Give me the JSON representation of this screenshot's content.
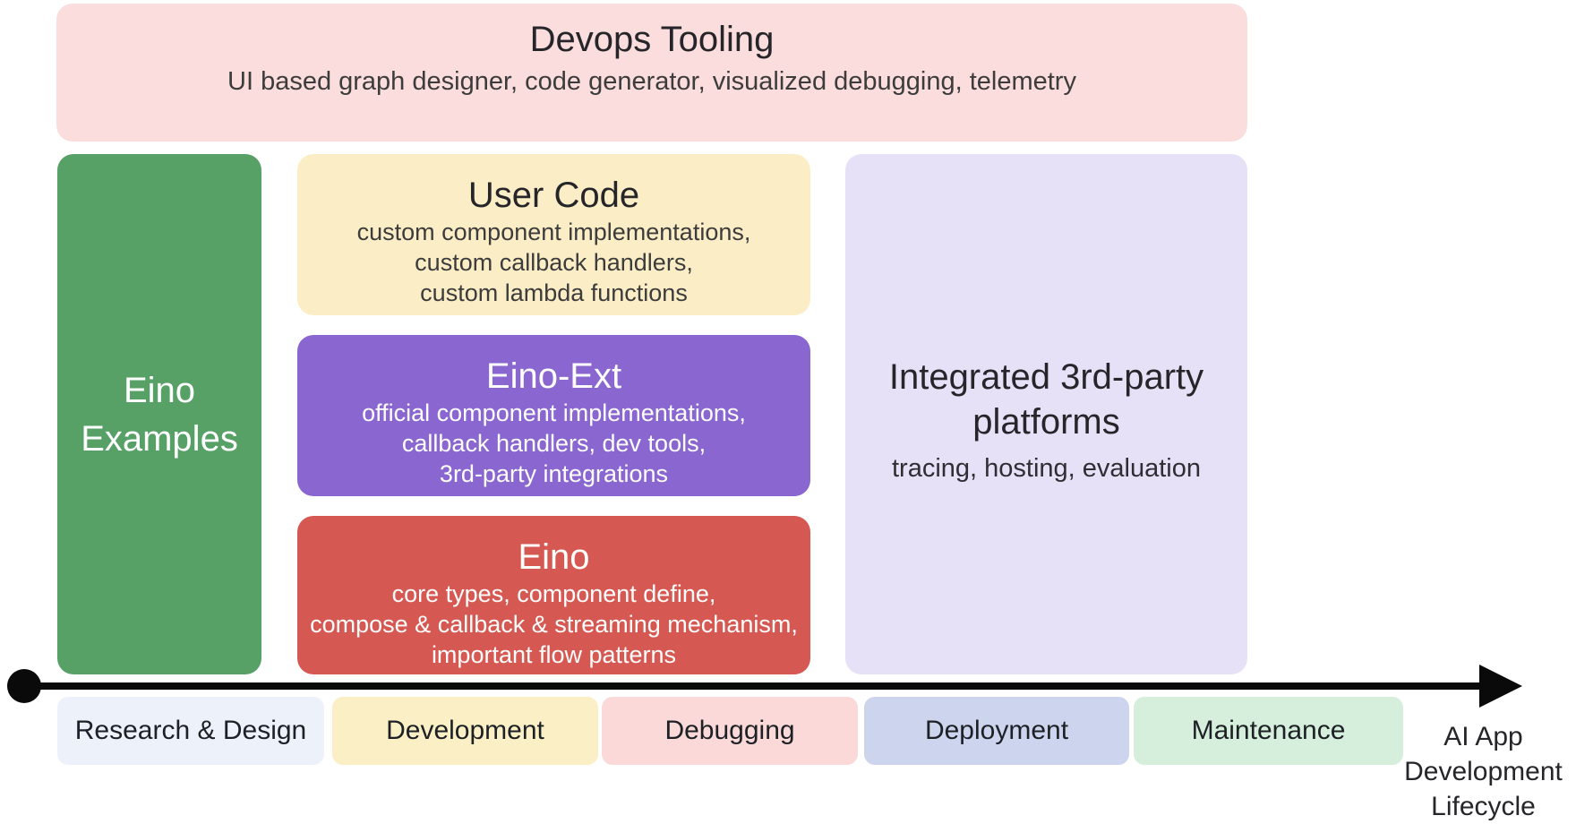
{
  "devops": {
    "title": "Devops Tooling",
    "subtitle": "UI based graph designer, code generator, visualized debugging, telemetry",
    "bg": "#fbdddd"
  },
  "examples": {
    "title": "Eino Examples",
    "bg": "#57a167"
  },
  "stack": [
    {
      "title": "User Code",
      "lines": [
        "custom component implementations,",
        "custom callback handlers,",
        "custom lambda functions"
      ],
      "bg": "#fbeec6",
      "text_color": "#3c3c3c"
    },
    {
      "title": "Eino-Ext",
      "lines": [
        "official component implementations,",
        "callback handlers, dev tools,",
        "3rd-party integrations"
      ],
      "bg": "#8a66d0",
      "text_color": "#fdfdfb"
    },
    {
      "title": "Eino",
      "lines": [
        "core types, component define,",
        "compose & callback & streaming mechanism,",
        "important flow patterns"
      ],
      "bg": "#d65853",
      "text_color": "#fdfdfb"
    }
  ],
  "platforms": {
    "title": "Integrated 3rd-party platforms",
    "subtitle": "tracing, hosting, evaluation",
    "bg": "#e7e1f8"
  },
  "timeline": {
    "axis_color": "#0a0a0a",
    "stages": [
      {
        "label": "Research & Design",
        "bg": "#edf1f9"
      },
      {
        "label": "Development",
        "bg": "#fbefc6"
      },
      {
        "label": "Debugging",
        "bg": "#fbd9d9"
      },
      {
        "label": "Deployment",
        "bg": "#ccd4ee"
      },
      {
        "label": "Maintenance",
        "bg": "#d6eedc"
      }
    ],
    "axis_label_lines": [
      "AI App",
      "Development",
      "Lifecycle"
    ]
  }
}
